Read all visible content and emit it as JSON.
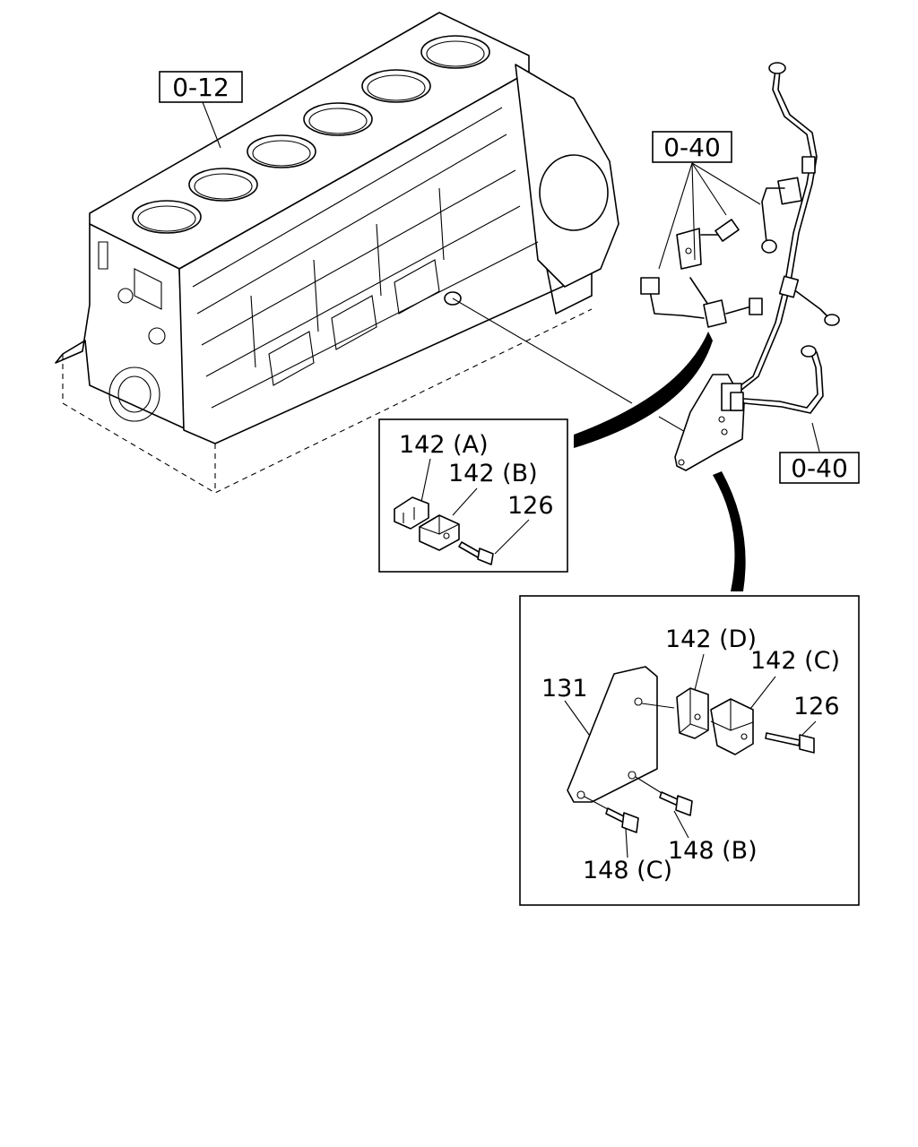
{
  "refs": {
    "block": "0-12",
    "upper_pipe": "0-40",
    "lower_pipe": "0-40"
  },
  "detail_a": {
    "clip_a": "142 (A)",
    "clip_b": "142 (B)",
    "bolt": "126"
  },
  "detail_b": {
    "clip_d": "142 (D)",
    "clip_c": "142 (C)",
    "bracket": "131",
    "bolt": "126",
    "bolt_b": "148 (B)",
    "bolt_c": "148 (C)"
  }
}
